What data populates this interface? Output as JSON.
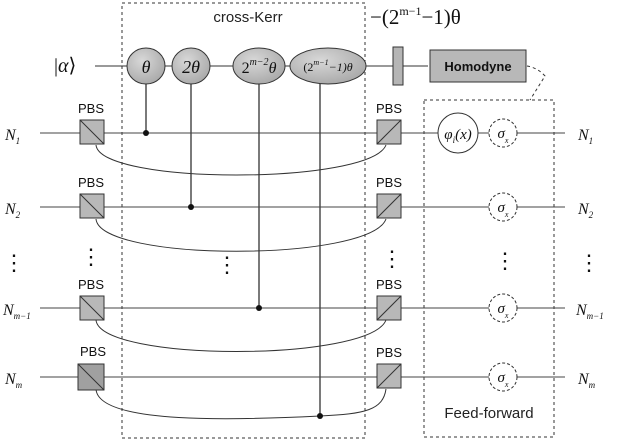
{
  "cross_kerr": {
    "title": "cross-Kerr",
    "gates": [
      "θ",
      "2θ",
      "2",
      "m−2",
      "θ",
      "(2",
      "m−1",
      "−1)θ"
    ]
  },
  "phase_label": {
    "pre": "−(2",
    "sup": "m−1",
    "post": "−1)θ"
  },
  "probe": {
    "label": "|α⟩",
    "symbol": "α"
  },
  "homodyne": {
    "label": "Homodyne"
  },
  "feed_forward": {
    "title": "Feed-forward",
    "phi": "φ",
    "phi_sub": "i",
    "phi_arg": "(x)",
    "sigma": "σ",
    "sigma_sub": "x"
  },
  "pbs_label": "PBS",
  "modes": [
    {
      "base": "N",
      "sub": "1"
    },
    {
      "base": "N",
      "sub": "2"
    },
    {
      "base": "N",
      "sub": "m−1"
    },
    {
      "base": "N",
      "sub": "m"
    }
  ],
  "ellipsis": "⋮"
}
